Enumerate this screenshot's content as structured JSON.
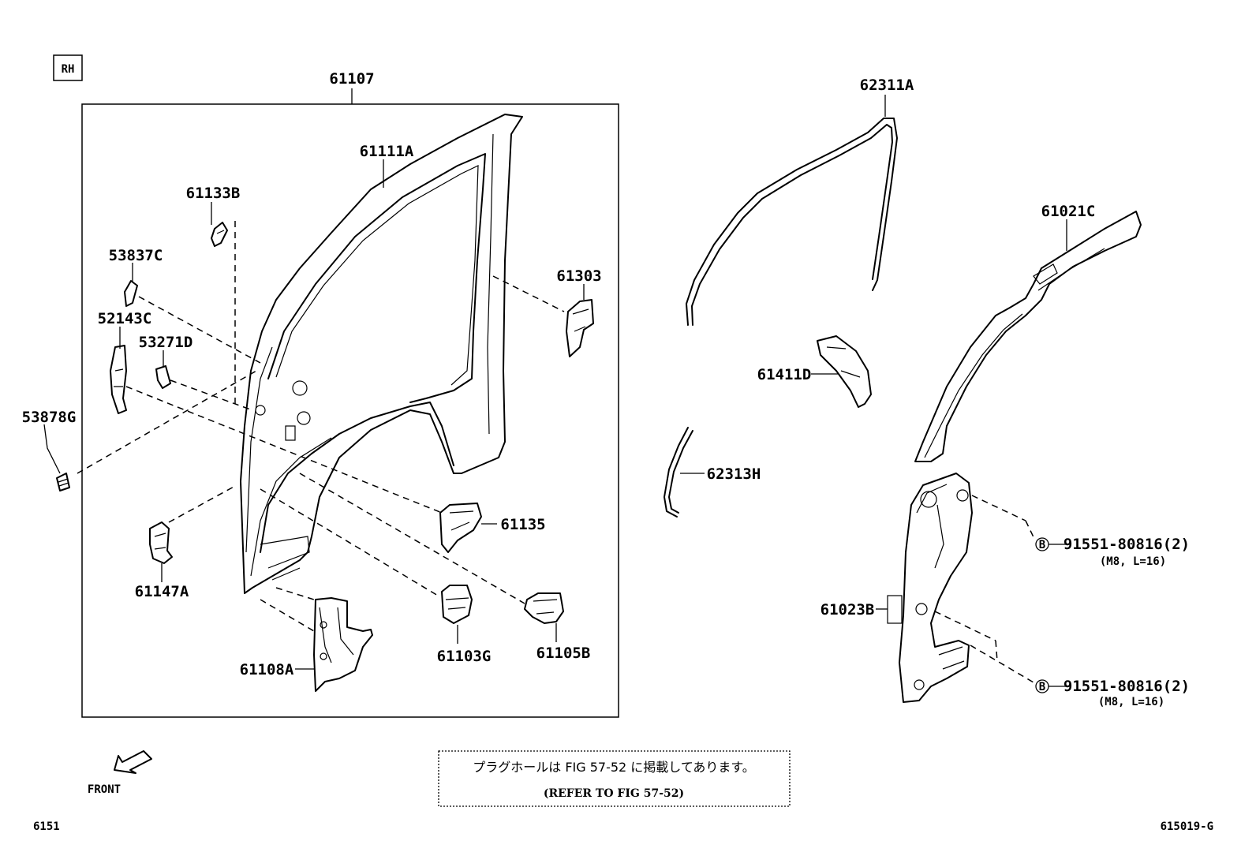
{
  "view_tag": "RH",
  "labels": {
    "l61107": "61107",
    "l61111A": "61111A",
    "l61133B": "61133B",
    "l53837C": "53837C",
    "l52143C": "52143C",
    "l53271D": "53271D",
    "l53878G": "53878G",
    "l61303": "61303",
    "l61135": "61135",
    "l61147A": "61147A",
    "l61108A": "61108A",
    "l61103G": "61103G",
    "l61105B": "61105B",
    "l62311A": "62311A",
    "l61021C": "61021C",
    "l61411D": "61411D",
    "l62313H": "62313H",
    "l61023B": "61023B"
  },
  "bolts": [
    {
      "marker": "B",
      "part": "91551-80816(2)",
      "spec": "(M8, L=16)"
    },
    {
      "marker": "B",
      "part": "91551-80816(2)",
      "spec": "(M8, L=16)"
    }
  ],
  "front_label": "FRONT",
  "note": {
    "jp": "プラグホールは FIG 57-52 に掲載してあります。",
    "en": "(REFER TO FIG 57-52)"
  },
  "footer": {
    "left": "6151",
    "right": "615019-G"
  }
}
